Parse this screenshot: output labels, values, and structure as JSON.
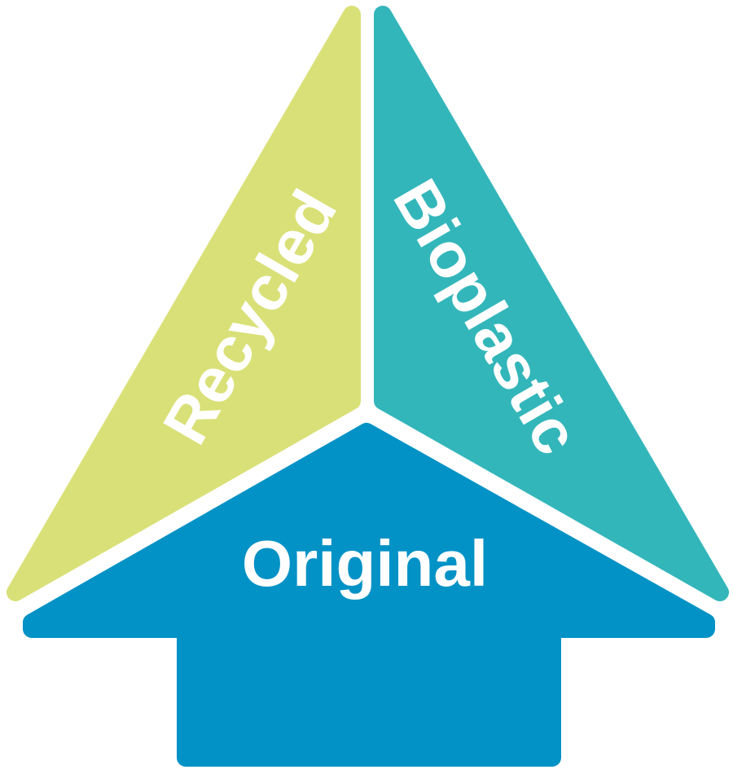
{
  "diagram": {
    "segments": {
      "recycled": {
        "label": "Recycled",
        "color": "#d9e077"
      },
      "bioplastic": {
        "label": "Bioplastic",
        "color": "#33b6ba"
      },
      "original": {
        "label": "Original",
        "color": "#0292c6"
      }
    },
    "label_color": "#ffffff",
    "background": "#ffffff"
  }
}
